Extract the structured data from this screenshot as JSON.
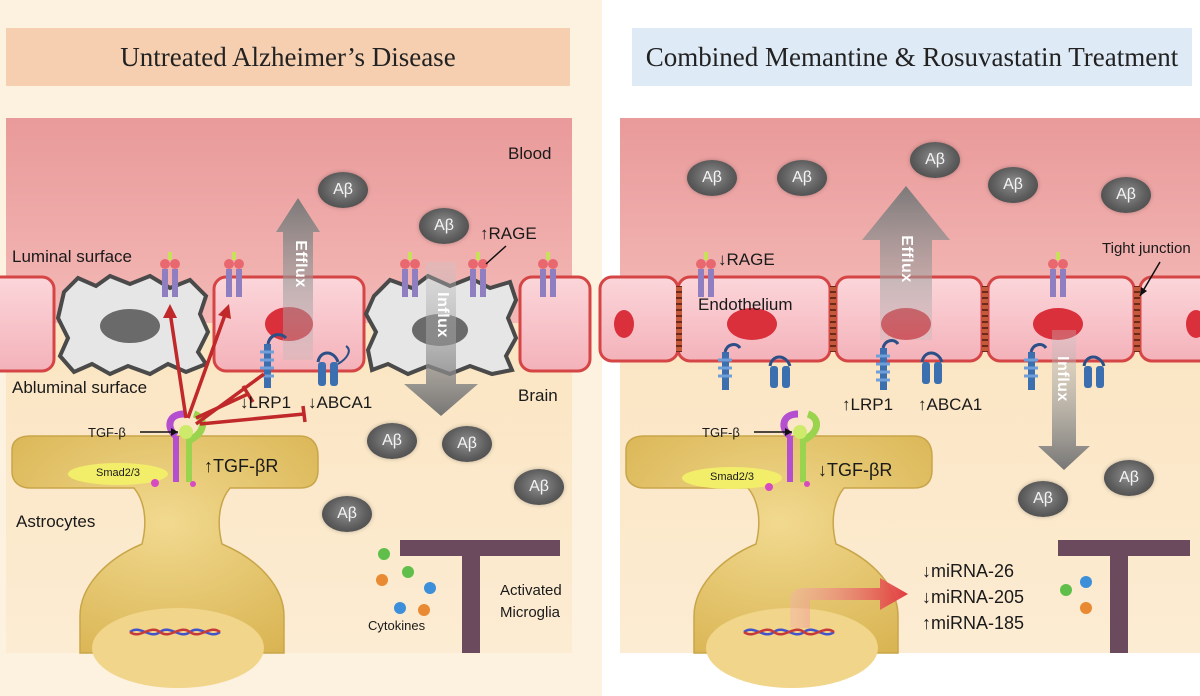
{
  "panels": {
    "left": {
      "title": "Untreated Alzheimer’s Disease"
    },
    "right": {
      "title": "Combined Memantine & Rosuvastatin Treatment"
    }
  },
  "labels": {
    "blood": "Blood",
    "brain": "Brain",
    "luminal_surface": "Luminal surface",
    "abluminal_surface": "Abluminal surface",
    "astrocytes": "Astrocytes",
    "efflux": "Efflux",
    "influx": "Influx",
    "tgf_beta": "TGF-β",
    "smad": "Smad2/3",
    "cytokines": "Cytokines",
    "activated_microglia_line1": "Activated",
    "activated_microglia_line2": "Microglia",
    "endothelium": "Endothelium",
    "tight_junction": "Tight junction"
  },
  "markers_left": {
    "rage": "↑RAGE",
    "lrp1": "↓LRP1",
    "abca1": "↓ABCA1",
    "tgf_br": "↑TGF-βR"
  },
  "markers_right": {
    "rage": "↓RAGE",
    "lrp1": "↑LRP1",
    "abca1": "↑ABCA1",
    "tgf_br": "↓TGF-βR",
    "mirna": [
      "↓miRNA-26",
      "↓miRNA-205",
      "↑miRNA-185"
    ]
  },
  "amyloid_label": "Aβ",
  "colors": {
    "blood": "#eea8a6",
    "brain": "#fbe9c9",
    "endothelial_cell": "#f8c8cd",
    "cell_border": "#d64545",
    "astrocyte": "#e3c26a",
    "microglia": "#6b4a5e",
    "inhibition": "#c0282a",
    "arrow_grey": "#8a8a8a"
  }
}
